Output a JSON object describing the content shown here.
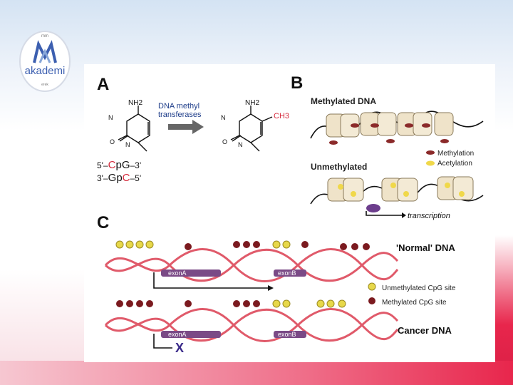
{
  "logo": {
    "text": "akademi",
    "top_text": "mm",
    "bottom_text": "erek"
  },
  "panel_a": {
    "label": "A",
    "nh2": "NH2",
    "nh2_right": "NH2",
    "ch3": "CH3",
    "enzyme_line1": "DNA methyl",
    "enzyme_line2": "transferases",
    "strand1_prefix": "5'–",
    "strand1_c": "C",
    "strand1_p": "p",
    "strand1_g": "G",
    "strand1_suffix": "–3'",
    "strand2_prefix": "3'–",
    "strand2_g": "G",
    "strand2_p": "p",
    "strand2_c": "C",
    "strand2_suffix": "–5'",
    "o": "O",
    "n": "N",
    "n_right": "N"
  },
  "panel_b": {
    "label": "B",
    "methylated_title": "Methylated DNA",
    "unmethylated_title": "Unmethylated",
    "legend_methylation": "Methylation",
    "legend_acetylation": "Acetylation",
    "transcription": "transcription"
  },
  "panel_c": {
    "label": "C",
    "normal_dna": "'Normal' DNA",
    "cancer_dna": "Cancer DNA",
    "exon_a_top": "exonA",
    "exon_b_top": "exonB",
    "exon_a_bottom": "exonA",
    "exon_b_bottom": "exonB",
    "unmethylated_site": "Unmethylated CpG site",
    "methylated_site": "Methylated CpG site",
    "blocked": "X"
  },
  "colors": {
    "methyl": "#7b1a1f",
    "unmethyl": "#e7d84a",
    "helix_red": "#e05a6a",
    "exon": "#7a4a86",
    "accent_pink": "#e8264c"
  }
}
